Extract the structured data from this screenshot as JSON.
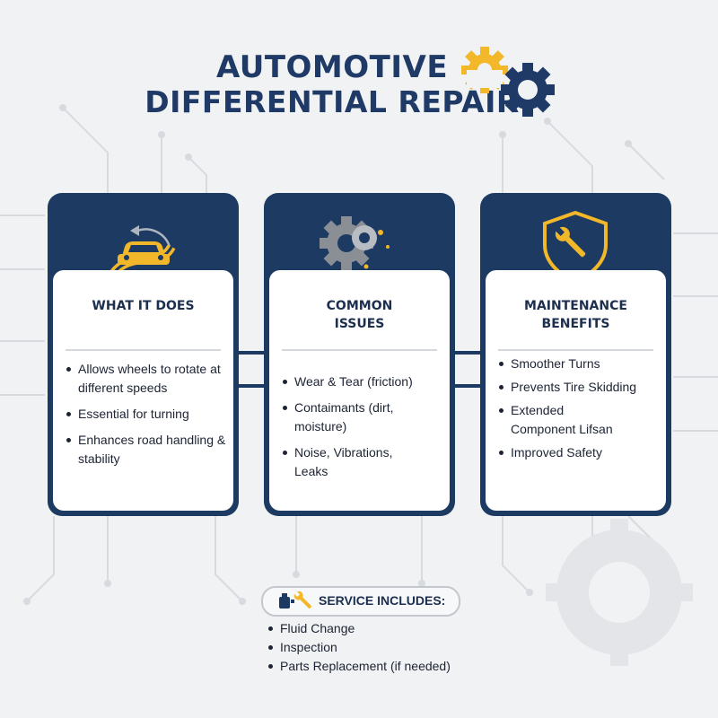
{
  "title": {
    "line1": "AUTOMOTIVE",
    "line2": "DIFFERENTIAL REPAIR"
  },
  "colors": {
    "navy": "#1d3a63",
    "accent": "#f3b82a",
    "gray": "#8a8f96"
  },
  "cards": [
    {
      "icon": "car-turning-icon",
      "heading": "WHAT IT DOES",
      "items": [
        "Allows wheels to rotate at different speeds",
        "Essential for turning",
        "Enhances road handling & stability"
      ]
    },
    {
      "icon": "gears-icon",
      "heading": "COMMON ISSUES",
      "items": [
        "Wear & Tear (friction)",
        "Contaimants (dirt, moisture)",
        "Noise, Vibrations, Leaks"
      ]
    },
    {
      "icon": "shield-wrench-icon",
      "heading": "MAINTENANCE BENEFITS",
      "items": [
        "Smoother Turns",
        "Prevents Tire Skidding",
        "Extended Component Lifsan",
        "Improved Safety"
      ]
    }
  ],
  "service": {
    "label": "SERVICE INCLUDES:",
    "items": [
      "Fluid Change",
      "Inspection",
      "Parts Replacement (if needed)"
    ]
  }
}
